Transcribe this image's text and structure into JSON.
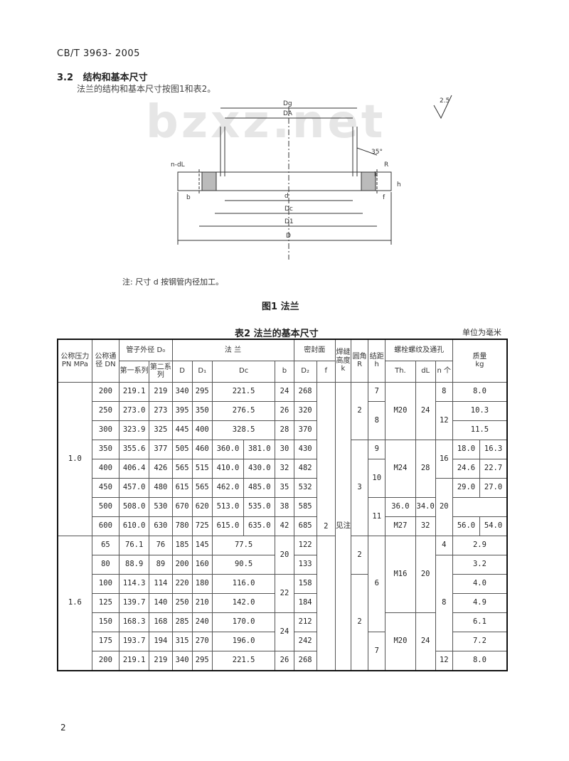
{
  "header": {
    "standard": "CB/T 3963- 2005"
  },
  "section": {
    "number": "3.2",
    "title": "结构和基本尺寸",
    "paragraph": "法兰的结构和基本尺寸按图1和表2。"
  },
  "watermark": "bzxz.net",
  "figure": {
    "labels": {
      "Dg": "Dg",
      "DA": "DA",
      "angle": "35°",
      "ndL": "n-dL",
      "b": "b",
      "d": "d",
      "Dc": "Dc",
      "D1": "D1",
      "D": "D",
      "R": "R",
      "k": "k",
      "f": "f",
      "h": "h",
      "roughness": "2.5"
    },
    "note": "注: 尺寸 d 按钢管内径加工。",
    "caption": "图1  法兰"
  },
  "table": {
    "title": "表2  法兰的基本尺寸",
    "unit": "单位为毫米",
    "headers": {
      "pressure": "公称压力 PN MPa",
      "dn": "公称通径 DN",
      "pipe_od": "管子外径 D₀",
      "series1": "第一系列",
      "series2": "第二系列",
      "flange": "法   兰",
      "col_D": "D",
      "col_D1": "D₁",
      "col_Dc": "Dc",
      "col_b": "b",
      "seal": "密封面",
      "col_D2": "D₂",
      "col_f": "f",
      "weld": "焊缝高度",
      "col_k": "k",
      "fillet": "圆角",
      "col_R": "R",
      "step": "结距",
      "col_h": "h",
      "bolt": "螺栓螺纹及通孔",
      "col_Th": "Th.",
      "col_dL": "dL",
      "col_n": "n 个",
      "mass": "质量",
      "mass_unit": "kg"
    },
    "group1": {
      "pressure": "1.0",
      "rows": [
        {
          "dn": "200",
          "s1": "219.1",
          "s2": "219",
          "D": "340",
          "D1": "295",
          "Dc": "221.5",
          "Dc2": "",
          "b": "24",
          "D2": "268",
          "h": "7",
          "n": "8",
          "m1": "8.0",
          "m2": ""
        },
        {
          "dn": "250",
          "s1": "273.0",
          "s2": "273",
          "D": "395",
          "D1": "350",
          "Dc": "276.5",
          "Dc2": "",
          "b": "26",
          "D2": "320",
          "h": "",
          "n": "",
          "m1": "10.3",
          "m2": ""
        },
        {
          "dn": "300",
          "s1": "323.9",
          "s2": "325",
          "D": "445",
          "D1": "400",
          "Dc": "328.5",
          "Dc2": "",
          "b": "28",
          "D2": "370",
          "h": "",
          "n": "",
          "m1": "11.5",
          "m2": ""
        },
        {
          "dn": "350",
          "s1": "355.6",
          "s2": "377",
          "D": "505",
          "D1": "460",
          "Dc": "360.0",
          "Dc2": "381.0",
          "b": "30",
          "D2": "430",
          "h": "9",
          "n": "",
          "m1": "18.0",
          "m2": "16.3"
        },
        {
          "dn": "400",
          "s1": "406.4",
          "s2": "426",
          "D": "565",
          "D1": "515",
          "Dc": "410.0",
          "Dc2": "430.0",
          "b": "32",
          "D2": "482",
          "h": "",
          "n": "",
          "m1": "24.6",
          "m2": "22.7"
        },
        {
          "dn": "450",
          "s1": "457.0",
          "s2": "480",
          "D": "615",
          "D1": "565",
          "Dc": "462.0",
          "Dc2": "485.0",
          "b": "35",
          "D2": "532",
          "h": "",
          "n": "",
          "m1": "29.0",
          "m2": "27.0"
        },
        {
          "dn": "500",
          "s1": "508.0",
          "s2": "530",
          "D": "670",
          "D1": "620",
          "Dc": "513.0",
          "Dc2": "535.0",
          "b": "38",
          "D2": "585",
          "h": "",
          "n": "",
          "m1": "36.0",
          "m2": "34.0"
        },
        {
          "dn": "600",
          "s1": "610.0",
          "s2": "630",
          "D": "780",
          "D1": "725",
          "Dc": "615.0",
          "Dc2": "635.0",
          "b": "42",
          "D2": "685",
          "h": "",
          "n": "",
          "m1": "56.0",
          "m2": "54.0"
        }
      ],
      "spans": {
        "R_a": "2",
        "R_b": "3",
        "h_8": "8",
        "h_10": "10",
        "h_11": "11",
        "Th_M20": "M20",
        "dL_24": "24",
        "Th_M24": "M24",
        "dL_28": "28",
        "Th_M27": "M27",
        "dL_32": "32",
        "n_12": "12",
        "n_16": "16",
        "n_20": "20",
        "f_2": "2"
      }
    },
    "group2": {
      "pressure": "1.6",
      "rows": [
        {
          "dn": "65",
          "s1": "76.1",
          "s2": "76",
          "D": "185",
          "D1": "145",
          "Dc": "77.5",
          "D2": "122",
          "m": "2.9"
        },
        {
          "dn": "80",
          "s1": "88.9",
          "s2": "89",
          "D": "200",
          "D1": "160",
          "Dc": "90.5",
          "D2": "133",
          "m": "3.2"
        },
        {
          "dn": "100",
          "s1": "114.3",
          "s2": "114",
          "D": "220",
          "D1": "180",
          "Dc": "116.0",
          "D2": "158",
          "m": "4.0"
        },
        {
          "dn": "125",
          "s1": "139.7",
          "s2": "140",
          "D": "250",
          "D1": "210",
          "Dc": "142.0",
          "D2": "184",
          "m": "4.9"
        },
        {
          "dn": "150",
          "s1": "168.3",
          "s2": "168",
          "D": "285",
          "D1": "240",
          "Dc": "170.0",
          "D2": "212",
          "m": "6.1"
        },
        {
          "dn": "175",
          "s1": "193.7",
          "s2": "194",
          "D": "315",
          "D1": "270",
          "Dc": "196.0",
          "D2": "242",
          "m": "7.2"
        },
        {
          "dn": "200",
          "s1": "219.1",
          "s2": "219",
          "D": "340",
          "D1": "295",
          "Dc": "221.5",
          "D2": "268",
          "m": "8.0"
        }
      ],
      "spans": {
        "b_20": "20",
        "b_22": "22",
        "b_24": "24",
        "b_26": "26",
        "k_see": "见注",
        "R_2a": "2",
        "R_2b": "2",
        "h_6": "6",
        "h_7": "7",
        "Th_M16": "M16",
        "dL_20": "20",
        "Th_M20": "M20",
        "dL_24": "24",
        "n_4": "4",
        "n_8": "8",
        "n_12": "12"
      }
    }
  },
  "page_number": "2"
}
